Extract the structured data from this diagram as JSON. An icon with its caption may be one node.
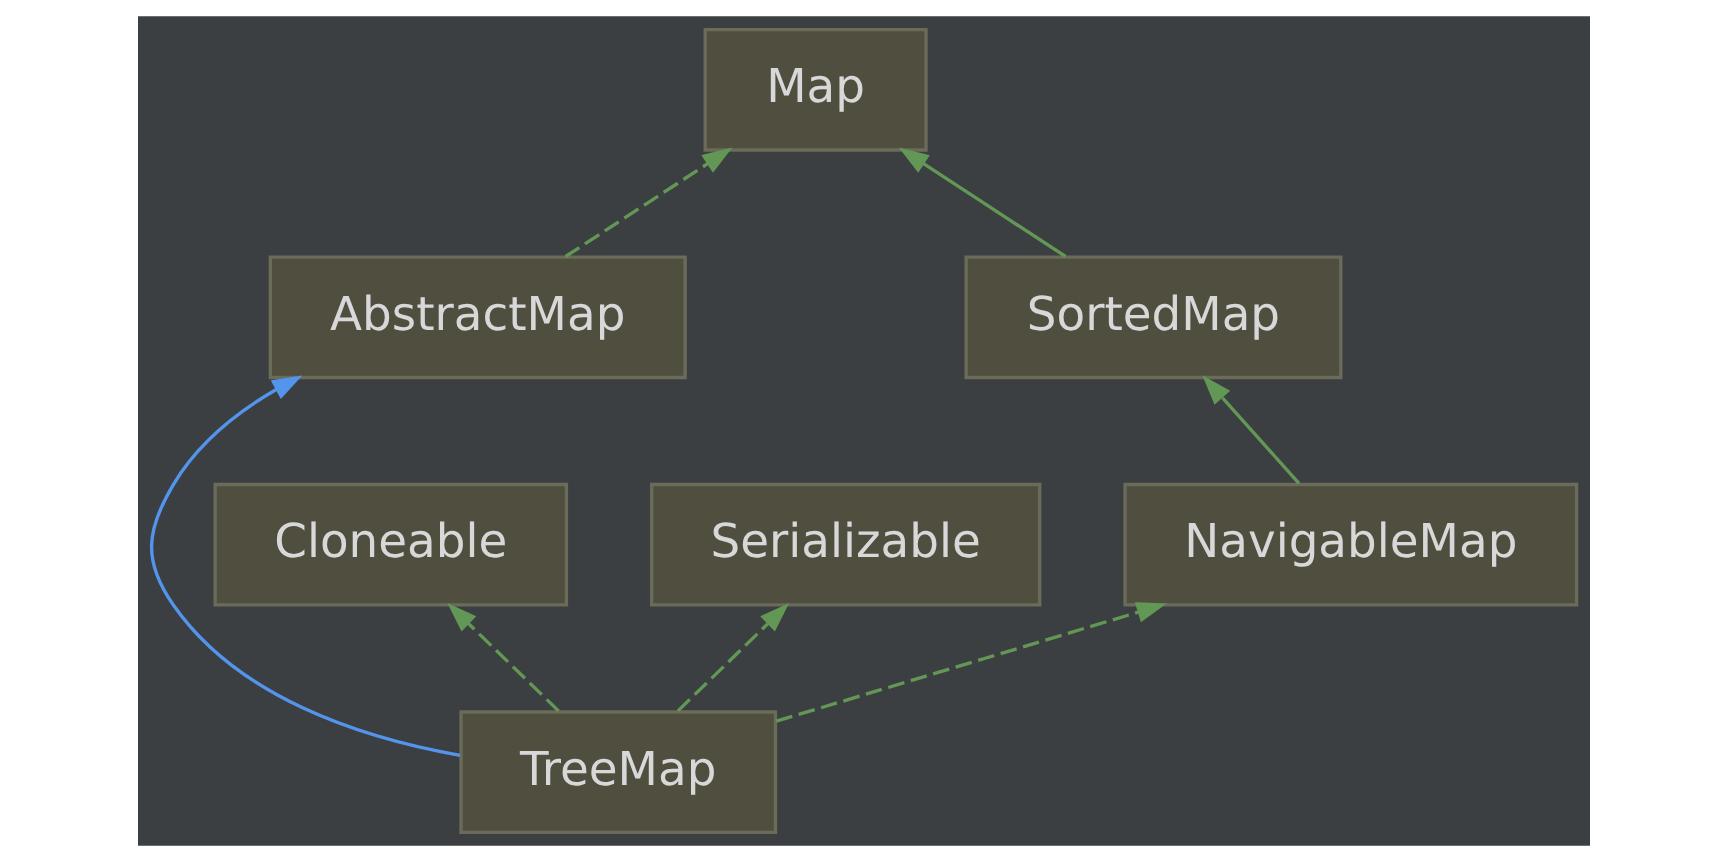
{
  "diagram": {
    "nodes": [
      {
        "text": [
          "Map"
        ]
      },
      {
        "text": [
          "SortedMap"
        ]
      },
      {
        "text": [
          "AbstractMap"
        ]
      },
      {
        "text": [
          "Cloneable"
        ]
      },
      {
        "text": [
          "Serializable"
        ]
      },
      {
        "text": [
          "NavigableMap"
        ]
      },
      {
        "text": [
          "TreeMap"
        ]
      }
    ],
    "edges": [
      {
        "from": 1,
        "to": 0,
        "arrow": "to"
      },
      {
        "from": 2,
        "to": 0,
        "arrow": "to",
        "style": "dashed"
      },
      {
        "from": 5,
        "to": 1,
        "arrow": "to"
      },
      {
        "from": 6,
        "to": 3,
        "arrow": "to",
        "style": "dashed"
      },
      {
        "from": 6,
        "to": 4,
        "arrow": "to",
        "style": "dashed"
      },
      {
        "from": 6,
        "to": 5,
        "arrow": "to",
        "style": "dashed"
      },
      {
        "from": 6,
        "to": 2,
        "arrow": "to",
        "color": "#5394ec"
      }
    ]
  }
}
